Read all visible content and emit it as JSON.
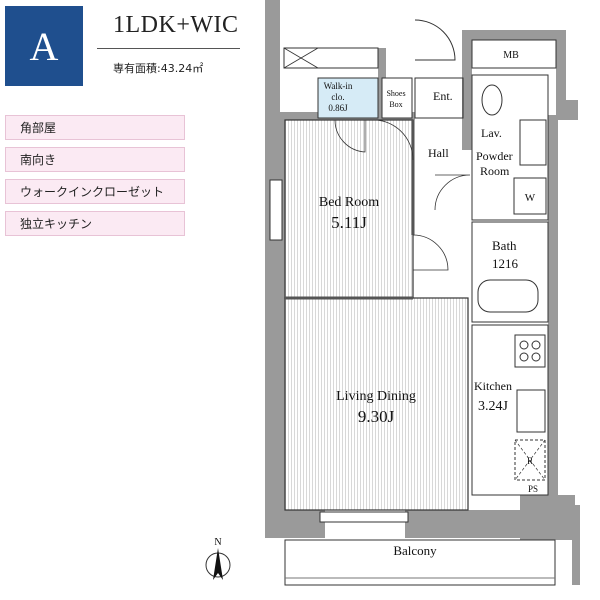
{
  "unit": {
    "letter": "A",
    "type": "1LDK+WIC",
    "area_label": "専有面積:43.24㎡"
  },
  "features": [
    "角部屋",
    "南向き",
    "ウォークインクローゼット",
    "独立キッチン"
  ],
  "rooms": {
    "bedroom_name": "Bed Room",
    "bedroom_size": "5.11J",
    "living_name": "Living Dining",
    "living_size": "9.30J",
    "kitchen_name": "Kitchen",
    "kitchen_size": "3.24J",
    "walkin_name_1": "Walk-in",
    "walkin_name_2": "clo.",
    "walkin_size": "0.86J",
    "shoes_1": "Shoes",
    "shoes_2": "Box",
    "entrance": "Ent.",
    "hall": "Hall",
    "lav": "Lav.",
    "powder_1": "Powder",
    "powder_2": "Room",
    "washer": "W",
    "bath": "Bath",
    "bath_size": "1216",
    "mb": "MB",
    "fridge": "R",
    "ps": "PS",
    "balcony": "Balcony"
  },
  "compass_label": "N",
  "colors": {
    "badge": "#1f4f8e",
    "wall": "#9a9a9a",
    "tag_bg": "#fbeaf3",
    "walkin_bg": "#d6ebf6"
  }
}
